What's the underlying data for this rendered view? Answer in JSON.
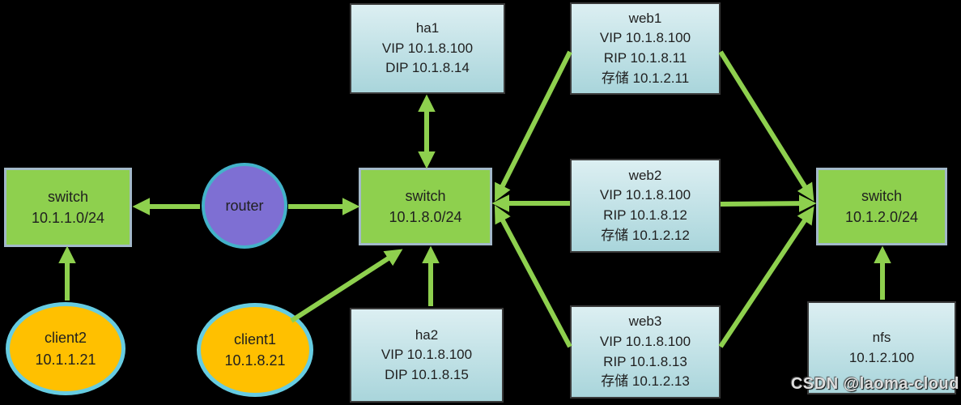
{
  "diagram": {
    "type": "network-topology",
    "background": "#000000",
    "colors": {
      "switch_fill": "#8ed04e",
      "switch_border": "#a3b9c9",
      "server_fill_top": "#dceff2",
      "server_fill_bottom": "#a9d5db",
      "server_border": "#3a3a3a",
      "router_fill": "#7e6fd3",
      "router_border": "#43b2c9",
      "client_fill": "#ffc000",
      "client_border": "#66cce1",
      "arrow": "#8ed04e",
      "text": "#1f1f1f"
    },
    "nodes": {
      "switch_left": {
        "line1": "switch",
        "line2": "10.1.1.0/24"
      },
      "router": {
        "line1": "router"
      },
      "switch_mid": {
        "line1": "switch",
        "line2": "10.1.8.0/24"
      },
      "switch_right": {
        "line1": "switch",
        "line2": "10.1.2.0/24"
      },
      "ha1": {
        "line1": "ha1",
        "line2": "VIP 10.1.8.100",
        "line3": "DIP 10.1.8.14"
      },
      "ha2": {
        "line1": "ha2",
        "line2": "VIP 10.1.8.100",
        "line3": "DIP 10.1.8.15"
      },
      "web1": {
        "line1": "web1",
        "line2": "VIP 10.1.8.100",
        "line3": "RIP 10.1.8.11",
        "line4": "存储 10.1.2.11"
      },
      "web2": {
        "line1": "web2",
        "line2": "VIP 10.1.8.100",
        "line3": "RIP 10.1.8.12",
        "line4": "存储 10.1.2.12"
      },
      "web3": {
        "line1": "web3",
        "line2": "VIP 10.1.8.100",
        "line3": "RIP 10.1.8.13",
        "line4": "存储 10.1.2.13"
      },
      "nfs": {
        "line1": "nfs",
        "line2": "10.1.2.100"
      },
      "client1": {
        "line1": "client1",
        "line2": "10.1.8.21"
      },
      "client2": {
        "line1": "client2",
        "line2": "10.1.1.21"
      }
    },
    "edges": [
      {
        "from": "client2",
        "to": "switch_left",
        "arrow": "to"
      },
      {
        "from": "router",
        "to": "switch_left",
        "arrow": "to"
      },
      {
        "from": "router",
        "to": "switch_mid",
        "arrow": "to"
      },
      {
        "from": "ha1",
        "to": "switch_mid",
        "arrow": "both"
      },
      {
        "from": "ha2",
        "to": "switch_mid",
        "arrow": "to"
      },
      {
        "from": "client1",
        "to": "switch_mid",
        "arrow": "to"
      },
      {
        "from": "web1",
        "to": "switch_mid",
        "arrow": "to"
      },
      {
        "from": "web2",
        "to": "switch_mid",
        "arrow": "to"
      },
      {
        "from": "web3",
        "to": "switch_mid",
        "arrow": "to"
      },
      {
        "from": "web1",
        "to": "switch_right",
        "arrow": "to"
      },
      {
        "from": "web2",
        "to": "switch_right",
        "arrow": "to"
      },
      {
        "from": "web3",
        "to": "switch_right",
        "arrow": "to"
      },
      {
        "from": "nfs",
        "to": "switch_right",
        "arrow": "to"
      }
    ]
  },
  "watermark": {
    "text": "CSDN @laoma-cloud"
  }
}
